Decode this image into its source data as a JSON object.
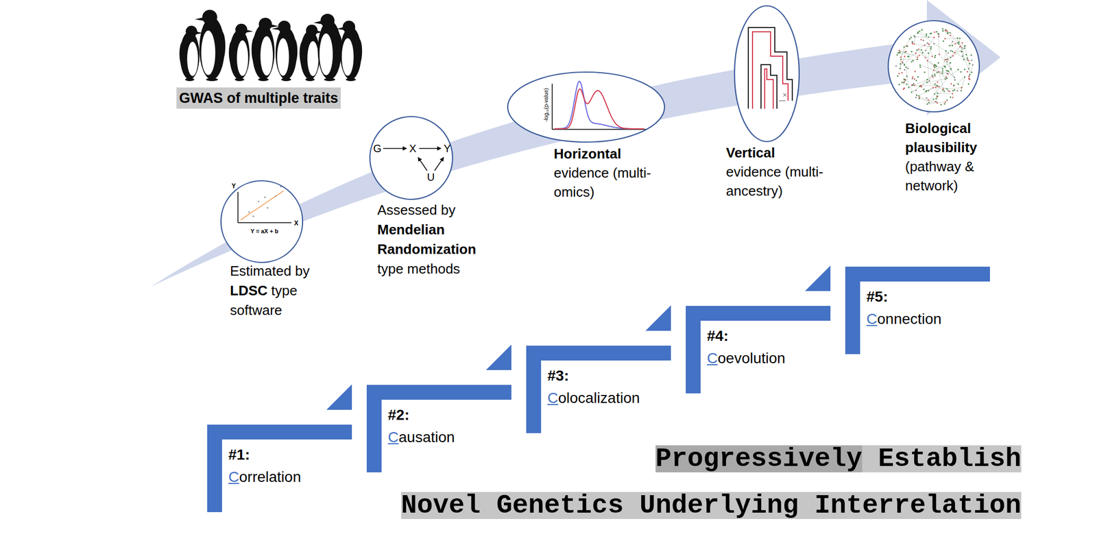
{
  "diagram": {
    "nodes": [
      {
        "text": [
          "Estimated by",
          "LDSC",
          "type software"
        ]
      },
      {
        "text": [
          "Assessed by",
          "Mendelian Randomization",
          "type methods"
        ]
      },
      {
        "text": [
          "Horizontal",
          "evidence (multi-omics)"
        ]
      },
      {
        "text": [
          "Vertical",
          "evidence (multi-ancestry)"
        ]
      },
      {
        "text": [
          "Biological plausibility",
          "(pathway & network)"
        ]
      },
      {
        "text": [
          "#1:",
          "Correlation"
        ]
      },
      {
        "text": [
          "#2:",
          "Causation"
        ]
      },
      {
        "text": [
          "#3:",
          "Colocalization"
        ]
      },
      {
        "text": [
          "#4:",
          "Coevolution"
        ]
      },
      {
        "text": [
          "#5:",
          "Connection"
        ]
      }
    ],
    "labels": [
      "GWAS of multiple traits",
      "Y",
      "X",
      "Y = aX + b",
      "G",
      "X",
      "Y",
      "U",
      "-log₁₀(p-value)",
      "Progressively",
      "Establish",
      "Novel Genetics Underlying Interrelation"
    ]
  }
}
